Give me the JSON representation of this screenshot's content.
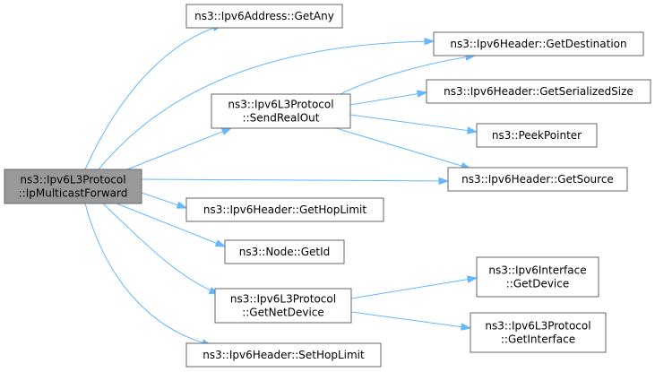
{
  "colors": {
    "node_fill": "#ffffff",
    "node_stroke": "#666666",
    "root_fill": "#999999",
    "edge": "#63b8ff"
  },
  "nodes": {
    "ip_multicast_forward": {
      "lines": [
        "ns3::Ipv6L3Protocol",
        "::IpMulticastForward"
      ],
      "highlighted": true
    },
    "get_any": {
      "lines": [
        "ns3::Ipv6Address::GetAny"
      ]
    },
    "get_destination": {
      "lines": [
        "ns3::Ipv6Header::GetDestination"
      ]
    },
    "send_real_out": {
      "lines": [
        "ns3::Ipv6L3Protocol",
        "::SendRealOut"
      ]
    },
    "get_serialized_size": {
      "lines": [
        "ns3::Ipv6Header::GetSerializedSize"
      ]
    },
    "peek_pointer": {
      "lines": [
        "ns3::PeekPointer"
      ]
    },
    "get_source": {
      "lines": [
        "ns3::Ipv6Header::GetSource"
      ]
    },
    "get_hop_limit": {
      "lines": [
        "ns3::Ipv6Header::GetHopLimit"
      ]
    },
    "node_get_id": {
      "lines": [
        "ns3::Node::GetId"
      ]
    },
    "get_net_device": {
      "lines": [
        "ns3::Ipv6L3Protocol",
        "::GetNetDevice"
      ]
    },
    "interface_get_device": {
      "lines": [
        "ns3::Ipv6Interface",
        "::GetDevice"
      ]
    },
    "get_interface": {
      "lines": [
        "ns3::Ipv6L3Protocol",
        "::GetInterface"
      ]
    },
    "set_hop_limit": {
      "lines": [
        "ns3::Ipv6Header::SetHopLimit"
      ]
    }
  },
  "edges": [
    {
      "from": "ip_multicast_forward",
      "to": "get_any"
    },
    {
      "from": "ip_multicast_forward",
      "to": "get_destination"
    },
    {
      "from": "ip_multicast_forward",
      "to": "send_real_out"
    },
    {
      "from": "ip_multicast_forward",
      "to": "get_source"
    },
    {
      "from": "ip_multicast_forward",
      "to": "get_hop_limit"
    },
    {
      "from": "ip_multicast_forward",
      "to": "node_get_id"
    },
    {
      "from": "ip_multicast_forward",
      "to": "get_net_device"
    },
    {
      "from": "ip_multicast_forward",
      "to": "set_hop_limit"
    },
    {
      "from": "send_real_out",
      "to": "get_destination"
    },
    {
      "from": "send_real_out",
      "to": "get_serialized_size"
    },
    {
      "from": "send_real_out",
      "to": "peek_pointer"
    },
    {
      "from": "send_real_out",
      "to": "get_source"
    },
    {
      "from": "get_net_device",
      "to": "interface_get_device"
    },
    {
      "from": "get_net_device",
      "to": "get_interface"
    }
  ]
}
